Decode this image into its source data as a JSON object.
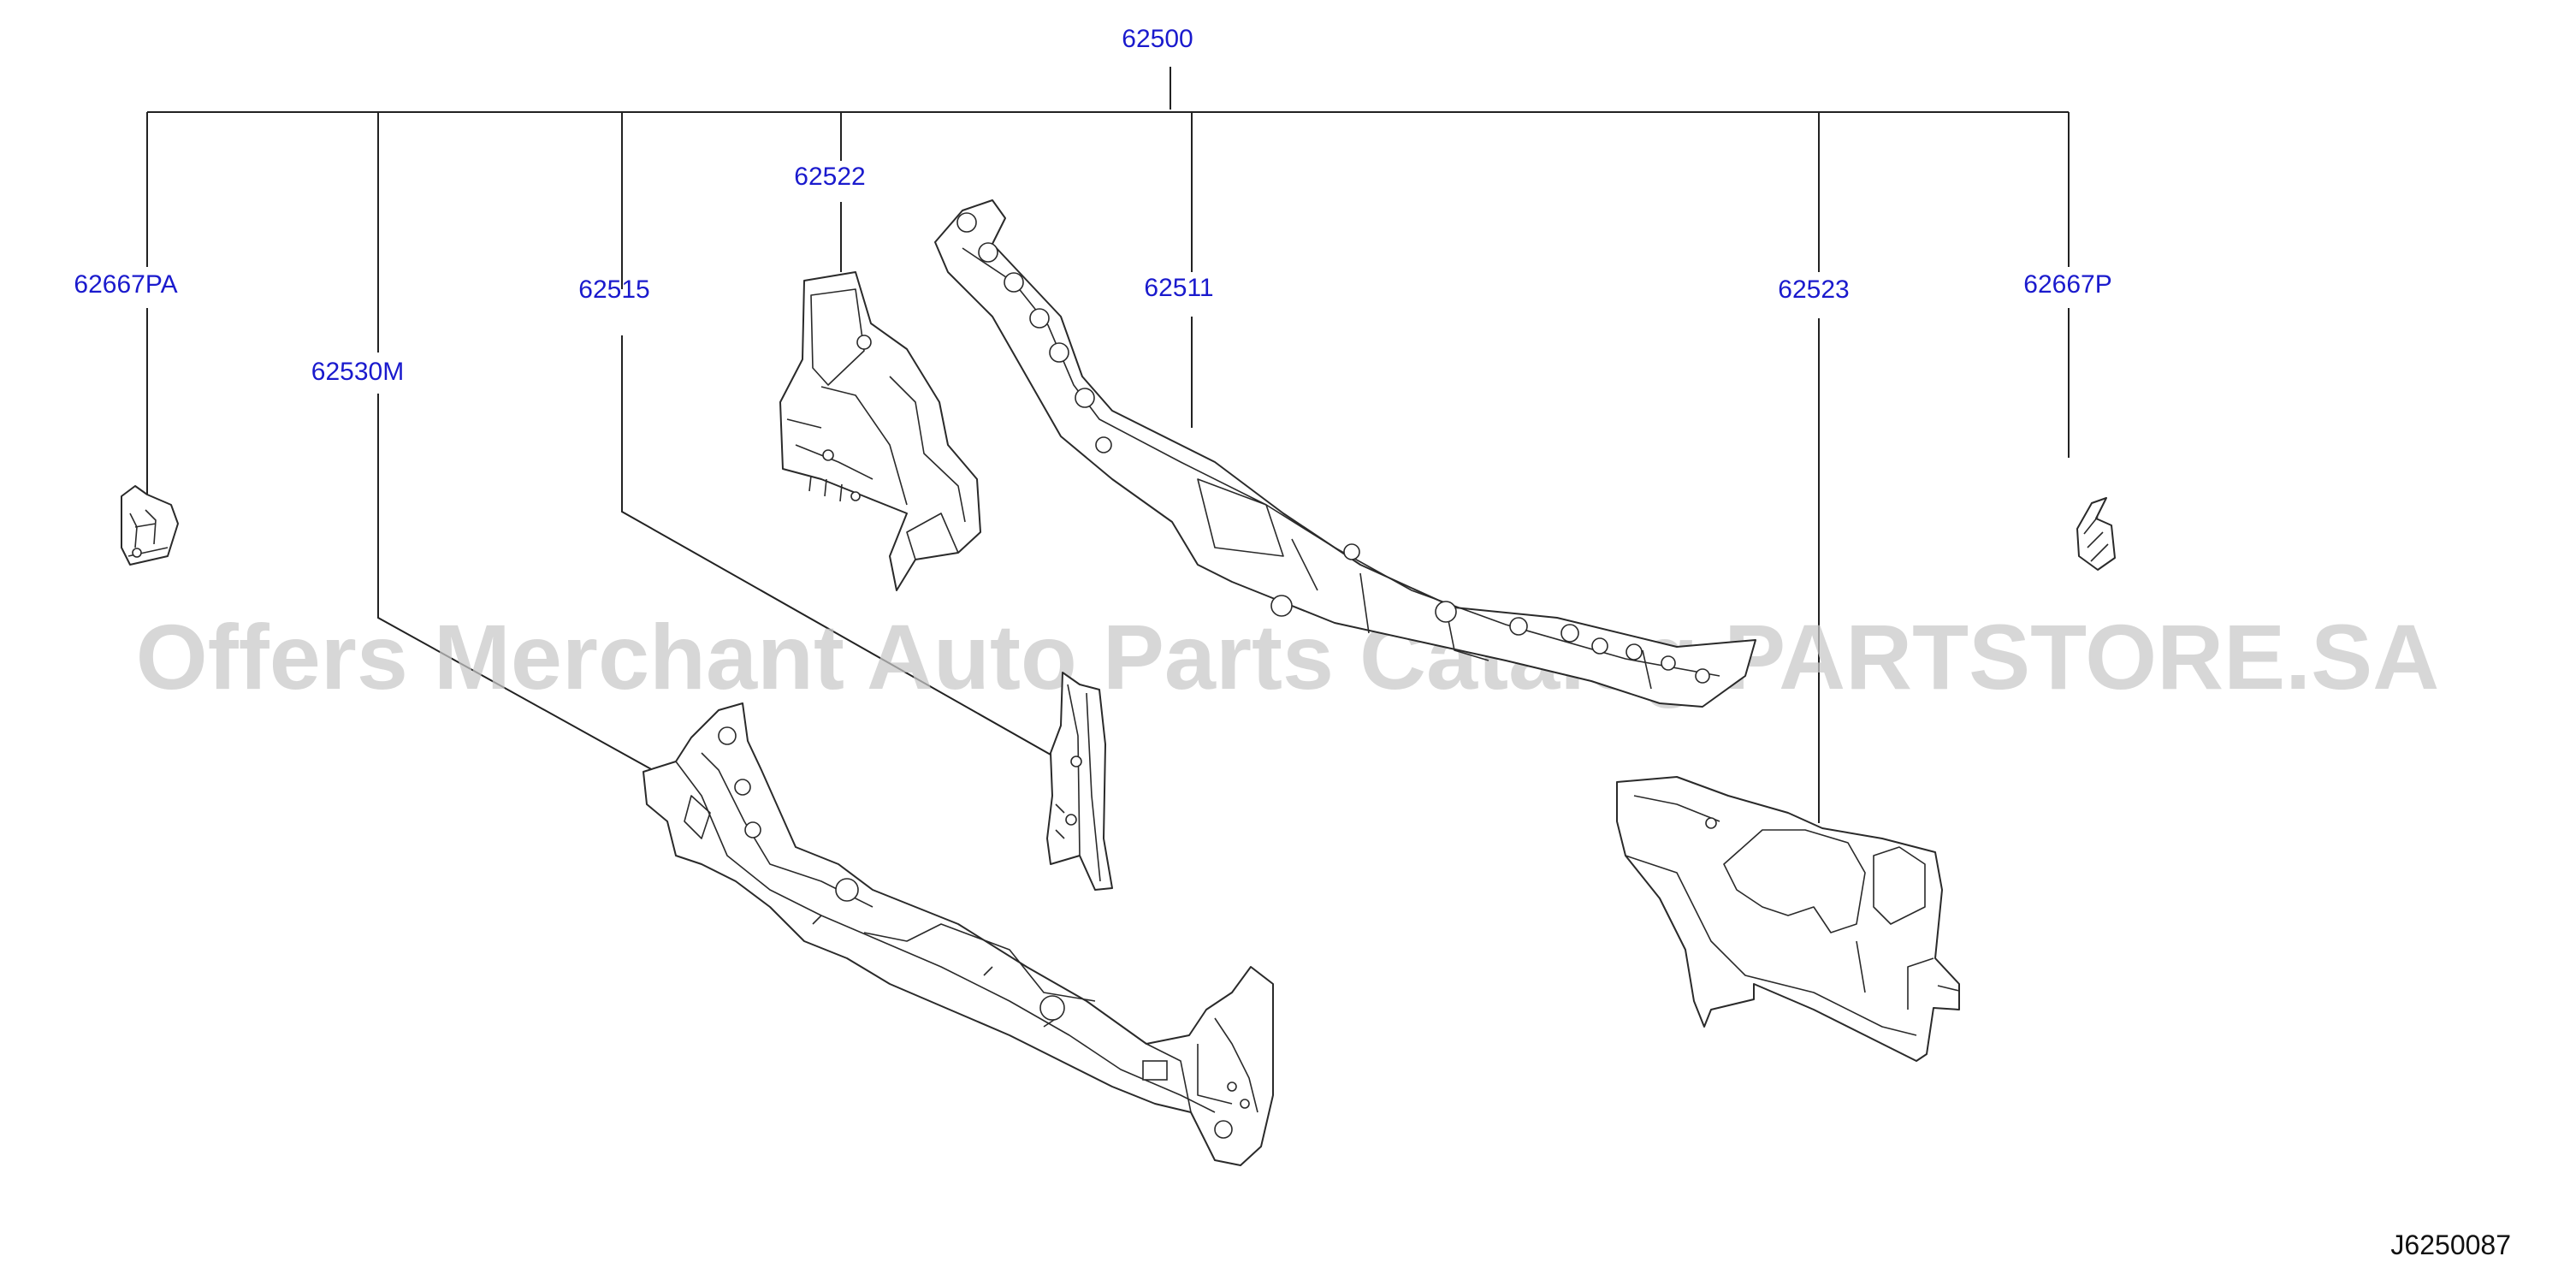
{
  "assembly": {
    "number": "62500"
  },
  "parts": [
    {
      "id": "62667PA",
      "label": "62667PA"
    },
    {
      "id": "62530M",
      "label": "62530M"
    },
    {
      "id": "62515",
      "label": "62515"
    },
    {
      "id": "62522",
      "label": "62522"
    },
    {
      "id": "62511",
      "label": "62511"
    },
    {
      "id": "62523",
      "label": "62523"
    },
    {
      "id": "62667P",
      "label": "62667P"
    }
  ],
  "watermark": "Offers Merchant Auto Parts Catalog PARTSTORE.SA",
  "diagram_code": "J6250087",
  "colors": {
    "label": "#1a1acd",
    "line": "#222222",
    "watermark": "#c8c8c8"
  }
}
